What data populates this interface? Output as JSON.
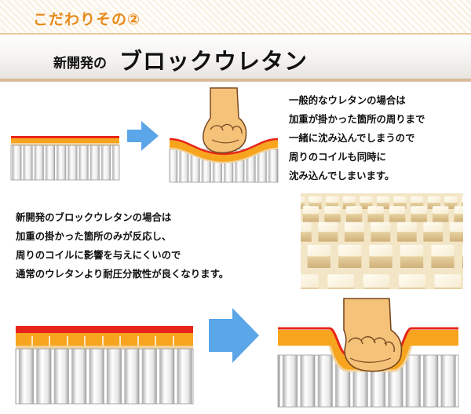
{
  "banner": {
    "label": "こだわりその②"
  },
  "title": {
    "prefix": "新開発の",
    "main": "ブロックウレタン"
  },
  "normal_urethane": {
    "lines": [
      "一般的なウレタンの場合は",
      "加重が掛かった箇所の周りまで",
      "一緒に沈み込んでしまうので",
      "周りのコイルも同時に",
      "沈み込んでしまいます。"
    ]
  },
  "block_urethane": {
    "lines": [
      "新開発のブロックウレタンの場合は",
      "加重の掛かった箇所のみが反応し、",
      "周りのコイルに影響を与えにくいので",
      "通常のウレタンより耐圧分散性が良くなります。"
    ]
  },
  "colors": {
    "accent_orange": "#f7a51e",
    "top_red": "#e8251a",
    "arrow_blue": "#5aa6e8",
    "banner_text": "#e88a1a"
  }
}
